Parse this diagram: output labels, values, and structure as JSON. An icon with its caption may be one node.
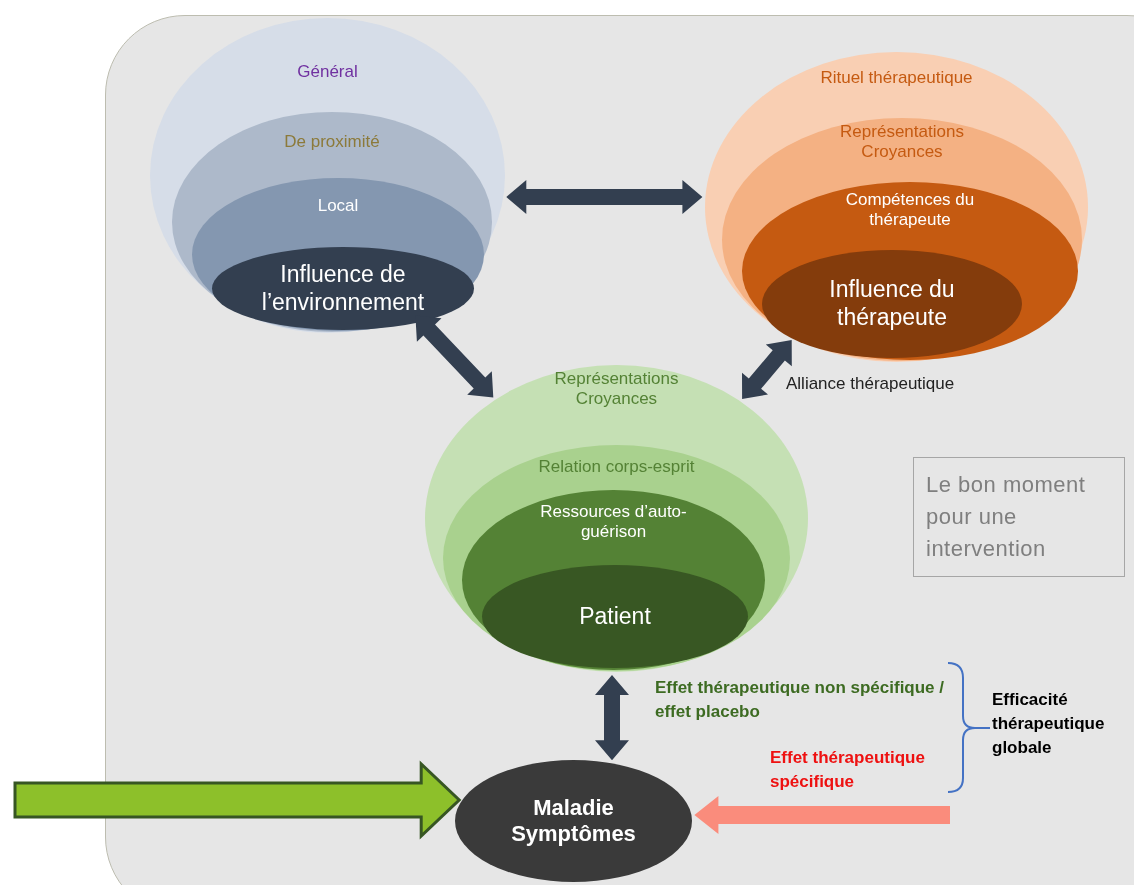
{
  "diagram": {
    "nodes": [
      {
        "text": [
          "Général"
        ]
      },
      {
        "text": [
          "De proximité"
        ],
        "in": 0
      },
      {
        "text": [
          "Local"
        ],
        "in": 1
      },
      {
        "text": [
          "Influence de l’environnement"
        ],
        "in": 2
      },
      {
        "text": [
          "Rituel thérapeutique"
        ]
      },
      {
        "text": [
          "Représentations Croyances"
        ],
        "in": 4
      },
      {
        "text": [
          "Compétences du thérapeute"
        ],
        "in": 5
      },
      {
        "text": [
          "Influence du thérapeute"
        ],
        "in": 6
      },
      {
        "text": [
          "Représentations Croyances"
        ]
      },
      {
        "text": [
          "Relation corps-esprit"
        ],
        "in": 8
      },
      {
        "text": [
          "Ressources d’auto-guérison"
        ],
        "in": 9
      },
      {
        "text": [
          "Patient"
        ],
        "in": 10
      },
      {
        "text": [
          "Maladie Symptômes"
        ]
      },
      {
        "text": [
          "Le bon moment pour une intervention"
        ]
      }
    ],
    "edges": [
      {
        "from": 0,
        "to": 4,
        "arrow": "both",
        "style": "thick"
      },
      {
        "from": 0,
        "to": 8,
        "arrow": "both",
        "style": "thick"
      },
      {
        "from": 4,
        "to": 8,
        "arrow": "both",
        "style": "thick",
        "label": "Alliance thérapeutique"
      },
      {
        "from": 8,
        "to": 12,
        "arrow": "both",
        "style": "thick",
        "label": "Effet thérapeutique non spécifique / effet placebo"
      },
      {
        "from": null,
        "to": 12,
        "arrow": "to",
        "style": "thick",
        "color": "#8dc02a"
      },
      {
        "from": null,
        "to": 12,
        "arrow": "to",
        "style": "thick",
        "color": "#fa8c7c",
        "label": "Effet thérapeutique spécifique"
      }
    ],
    "labels": [
      "Efficacité thérapeutique globale"
    ]
  }
}
